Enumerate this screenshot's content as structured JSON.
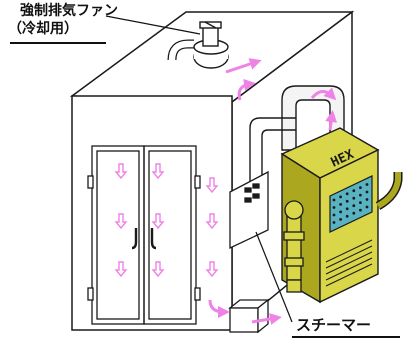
{
  "labels": {
    "fan_line1": "強制排気ファン",
    "fan_line2": "（冷却用）",
    "steamer": "スチーマー",
    "hex": "HEX"
  },
  "colors": {
    "cabinet": "#ffffff",
    "outline": "#1a1a1a",
    "heat_exchanger": "#d9d64a",
    "heat_exchanger_dark": "#aba820",
    "grille": "#58b2c2",
    "airflow_arrow": "#ef82e6",
    "duct": "#f4f4f4"
  },
  "icons": {
    "airflow": "airflow-arrow-icon",
    "fan": "exhaust-fan-icon",
    "steam_outlet": "steam-outlet-icon"
  }
}
